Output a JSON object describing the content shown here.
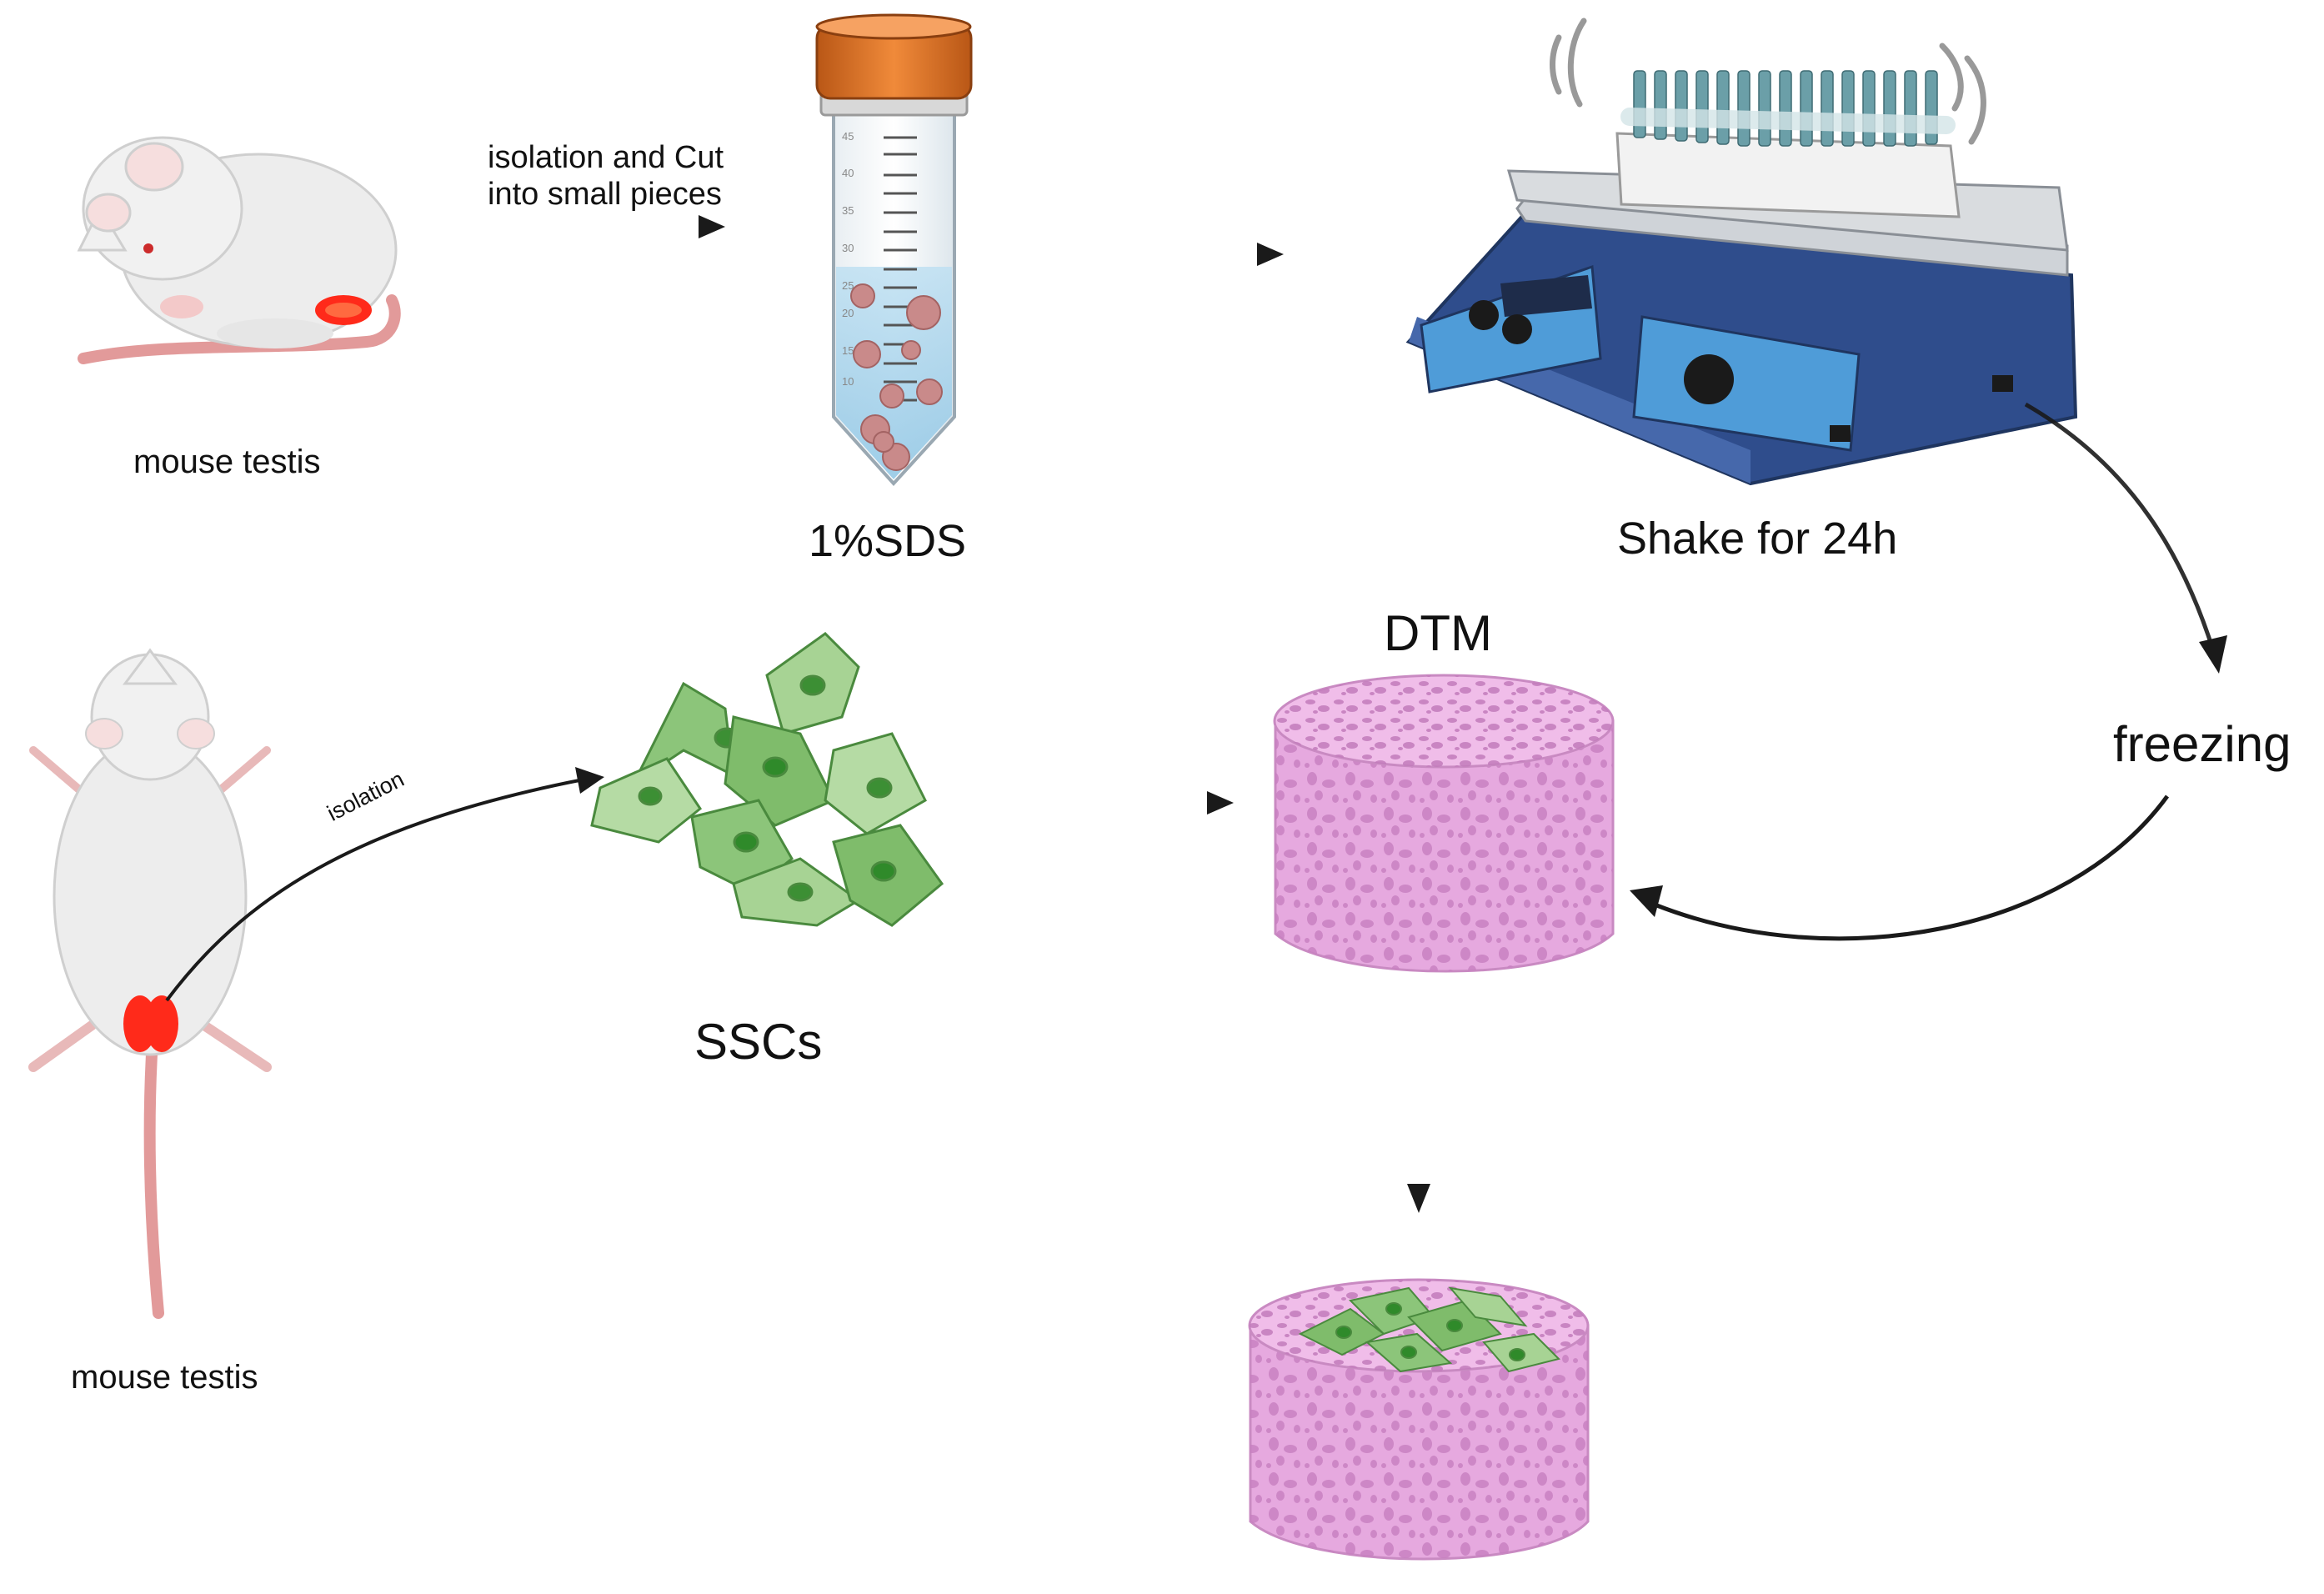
{
  "labels": {
    "mouse_top": "mouse testis",
    "mouse_bottom": "mouse testis",
    "step_cut_line1": "isolation and Cut",
    "step_cut_line2": "into small pieces",
    "sds": "1%SDS",
    "shake": "Shake for 24h",
    "freezing": "freezing",
    "dtm": "DTM",
    "sscs": "SSCs",
    "isolation": "isolation"
  },
  "tube_scale": [
    "45",
    "40",
    "35",
    "30",
    "25",
    "20",
    "15",
    "10"
  ],
  "colors": {
    "arrow": "#1a1a1a",
    "cap": "#e0782e",
    "scaffold": "#e6a9df",
    "scaffold_pore": "#c77fc0",
    "cell": "#8cc57a",
    "cell_nucleus": "#2f8a2a",
    "shaker_body": "#2f4d8c",
    "highlight": "#ff2a1a"
  }
}
